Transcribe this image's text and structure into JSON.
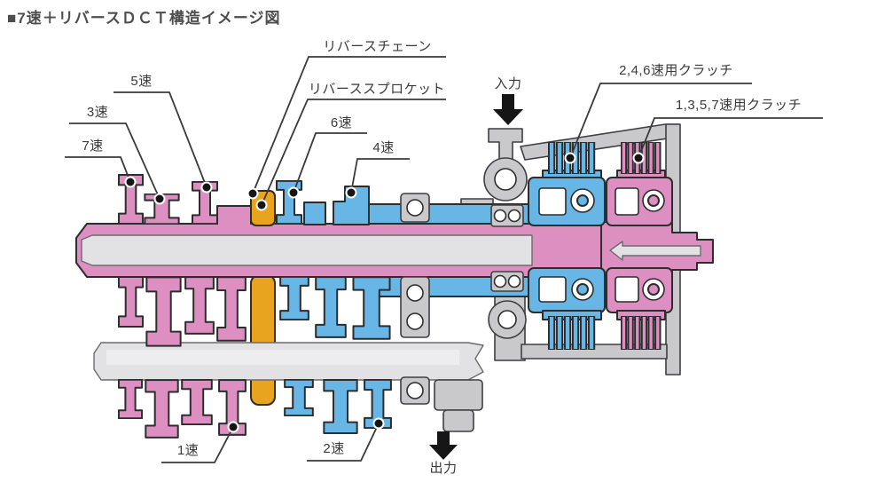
{
  "title": "■7速＋リバースＤＣＴ構造イメージ図",
  "colors": {
    "pink": "#dd8fc2",
    "blue": "#67b6e6",
    "orange": "#e8a31f",
    "gray": "#c9c9cc",
    "lgray": "#e2e2e4",
    "outline": "#2d2d2d",
    "label_text": "#3a3a3a",
    "title_text": "#4d4d4d"
  },
  "labels": {
    "reverse_chain": "リバースチェーン",
    "reverse_sprocket": "リバーススプロケット",
    "gear5": "5速",
    "gear3": "3速",
    "gear7": "7速",
    "gear6": "6速",
    "gear4": "4速",
    "input": "入力",
    "clutch_even": "2,4,6速用クラッチ",
    "clutch_odd": "1,3,5,7速用クラッチ",
    "gear1": "1速",
    "gear2": "2速",
    "output": "出力"
  }
}
